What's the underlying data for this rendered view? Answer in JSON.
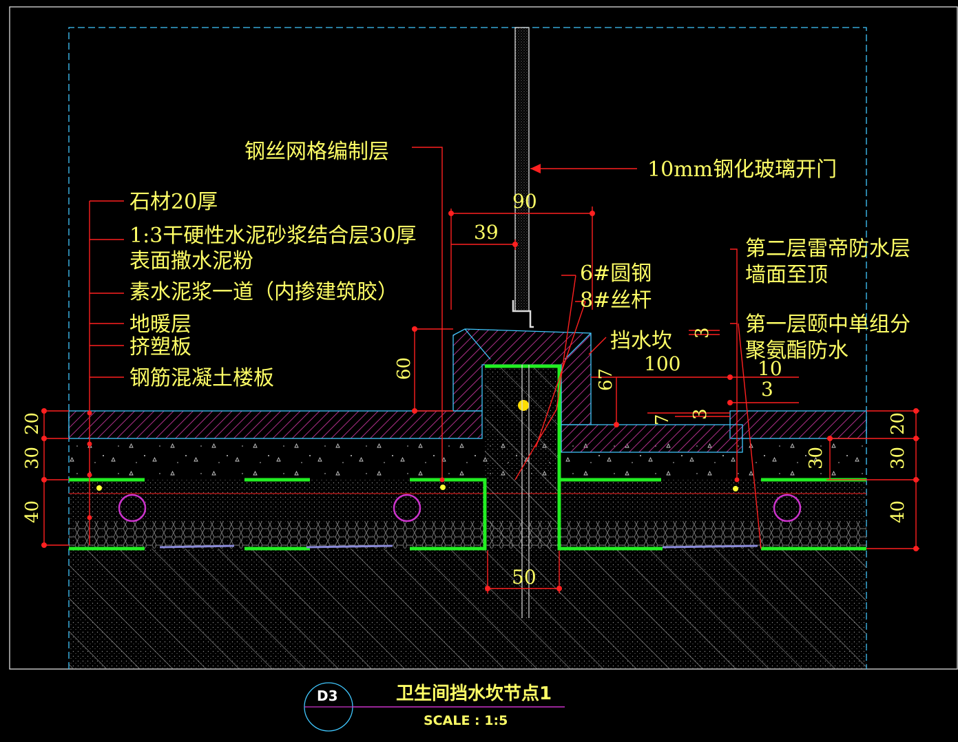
{
  "labels": {
    "steel_mesh": "钢丝网格编制层",
    "glass_door": "10mm钢化玻璃开门",
    "stone": "石材20厚",
    "mortar": "1:3干硬性水泥砂浆结合层30厚",
    "cement_powder": "表面撒水泥粉",
    "cement_slurry": "素水泥浆一道（内掺建筑胶）",
    "floor_heating": "地暖层",
    "xps_board": "挤塑板",
    "rc_slab": "钢筋混凝土楼板",
    "round_steel": "6#圆钢",
    "threaded_rod": "8#丝杆",
    "water_stop": "挡水坎",
    "waterproof_2_line1": "第二层雷帝防水层",
    "waterproof_2_line2": "墙面至顶",
    "waterproof_1_line1": "第一层颐中单组分",
    "waterproof_1_line2": "聚氨酯防水"
  },
  "dimensions": {
    "d90": "90",
    "d39": "39",
    "d60": "60",
    "d67": "67",
    "d100": "100",
    "d10": "10",
    "d3a": "3",
    "d3b": "3",
    "d3c": "3",
    "d7": "7",
    "d30_right": "30",
    "d50": "50",
    "left_20": "20",
    "left_30": "30",
    "left_40": "40",
    "right_20": "20",
    "right_30": "30",
    "right_40": "40"
  },
  "title": {
    "badge": "D3",
    "name": "卫生间挡水坎节点1",
    "scale": "SCALE :   1:5"
  },
  "colors": {
    "text": "#ffff66",
    "leader": "#ff2020",
    "membrane": "#22ee22",
    "outline": "#40c8ff",
    "stone_hatch": "#b0308a",
    "heating_pipe": "#cc33cc"
  }
}
